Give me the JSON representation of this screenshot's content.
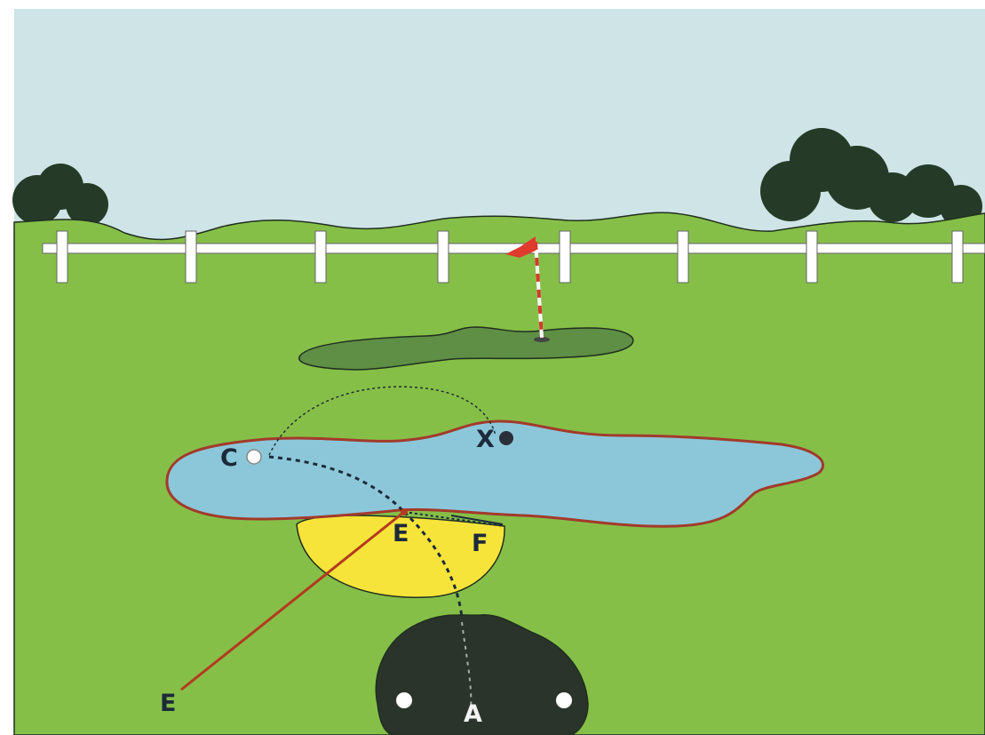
{
  "diagram": {
    "labels": {
      "C": "C",
      "X": "X",
      "E_drop": "E",
      "F": "F",
      "E_entry": "E",
      "A": "A"
    }
  },
  "colors": {
    "sky": "#cfe4e6",
    "grass": "#86bf48",
    "putting_green": "#5f8e45",
    "water": "#8cc7d9",
    "hazard_border": "#a23a2c",
    "drop_zone": "#f7e43a",
    "tee_box": "#2a342a",
    "trees": "#253b27",
    "fence": "#ffffff",
    "flag": "#e03b2c"
  },
  "icons": [
    "golf-flag-icon",
    "golf-ball-icon",
    "tee-marker-icon",
    "tree-icon"
  ]
}
